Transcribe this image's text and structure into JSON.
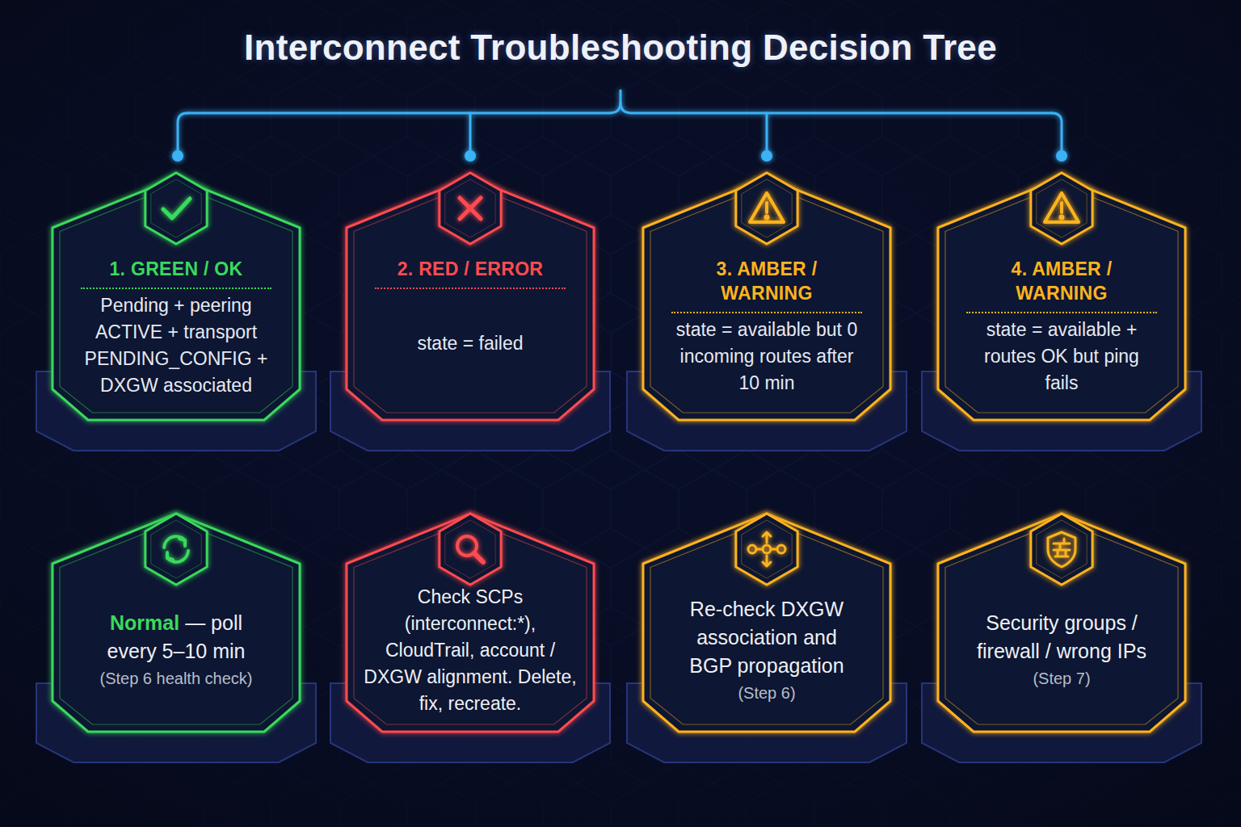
{
  "diagram": {
    "title": "Interconnect Troubleshooting Decision Tree",
    "nodes": [
      {
        "text": [
          "1. GREEN / OK",
          "Pending + peering ACTIVE + transport PENDING_CONFIG + DXGW associated"
        ]
      },
      {
        "text": [
          "2. RED / ERROR",
          "state = failed"
        ]
      },
      {
        "text": [
          "3. AMBER / WARNING",
          "state = available but 0 incoming routes after 10 min"
        ]
      },
      {
        "text": [
          "4. AMBER / WARNING",
          "state = available + routes OK but ping fails"
        ]
      },
      {
        "text": [
          "Normal",
          "— poll every 5–10 min",
          "(Step 6 health check)"
        ]
      },
      {
        "text": [
          "Check SCPs (interconnect:*), CloudTrail, account / DXGW alignment. Delete, fix, recreate."
        ]
      },
      {
        "text": [
          "Re-check DXGW association and BGP propagation",
          "(Step 6)"
        ]
      },
      {
        "text": [
          "Security groups / firewall / wrong IPs",
          "(Step 7)"
        ]
      }
    ],
    "edges": [
      {
        "from": 0,
        "to": 4,
        "arrow": "to"
      },
      {
        "from": 1,
        "to": 5,
        "arrow": "to"
      },
      {
        "from": 2,
        "to": 6,
        "arrow": "to"
      },
      {
        "from": 3,
        "to": 7,
        "arrow": "to"
      }
    ]
  }
}
